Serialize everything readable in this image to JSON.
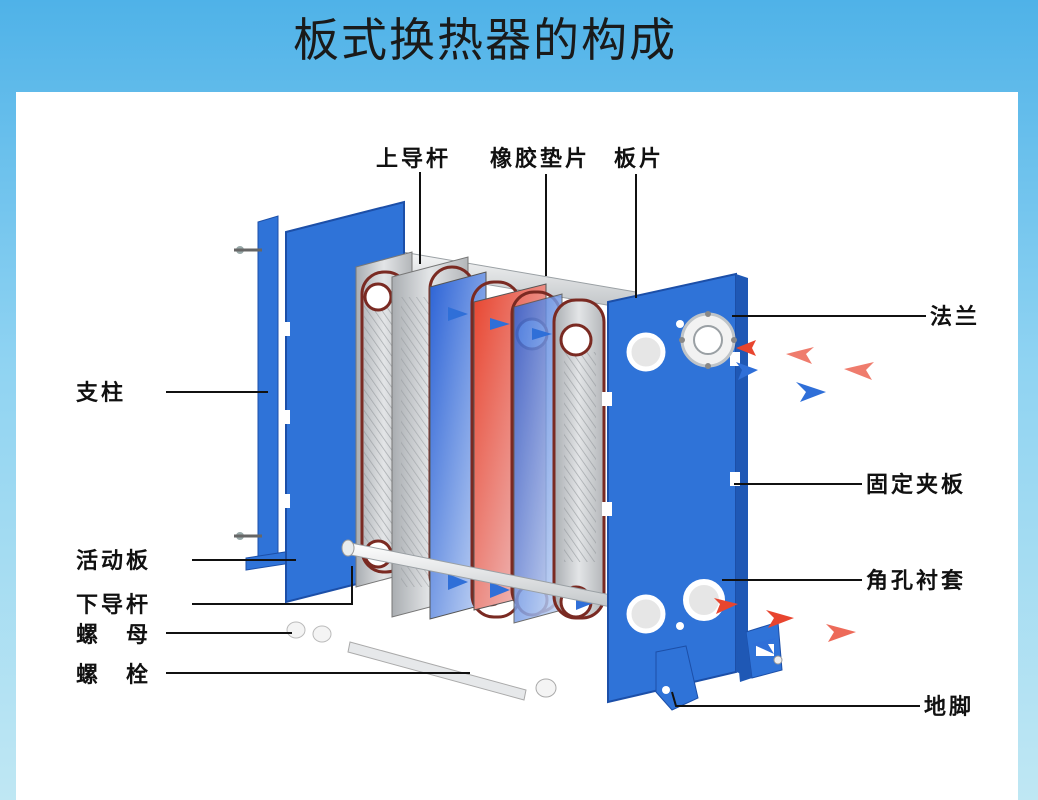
{
  "title": "板式换热器的构成",
  "labels": {
    "upper_guide_bar": "上导杆",
    "rubber_gasket": "橡胶垫片",
    "plate": "板片",
    "flange": "法兰",
    "support_column": "支柱",
    "fixed_clamp_plate": "固定夹板",
    "movable_plate": "活动板",
    "corner_hole_liner": "角孔衬套",
    "lower_guide_bar": "下导杆",
    "nut": "螺　母",
    "bolt": "螺　栓",
    "foot": "地脚"
  },
  "colors": {
    "frame_blue": "#2f73d8",
    "plate_gray": "#c6c9cc",
    "gasket_brown": "#7a2a22",
    "hot_red": "#e8452f",
    "cold_blue": "#2f6fd8",
    "background_top": "#4fb2e8"
  }
}
